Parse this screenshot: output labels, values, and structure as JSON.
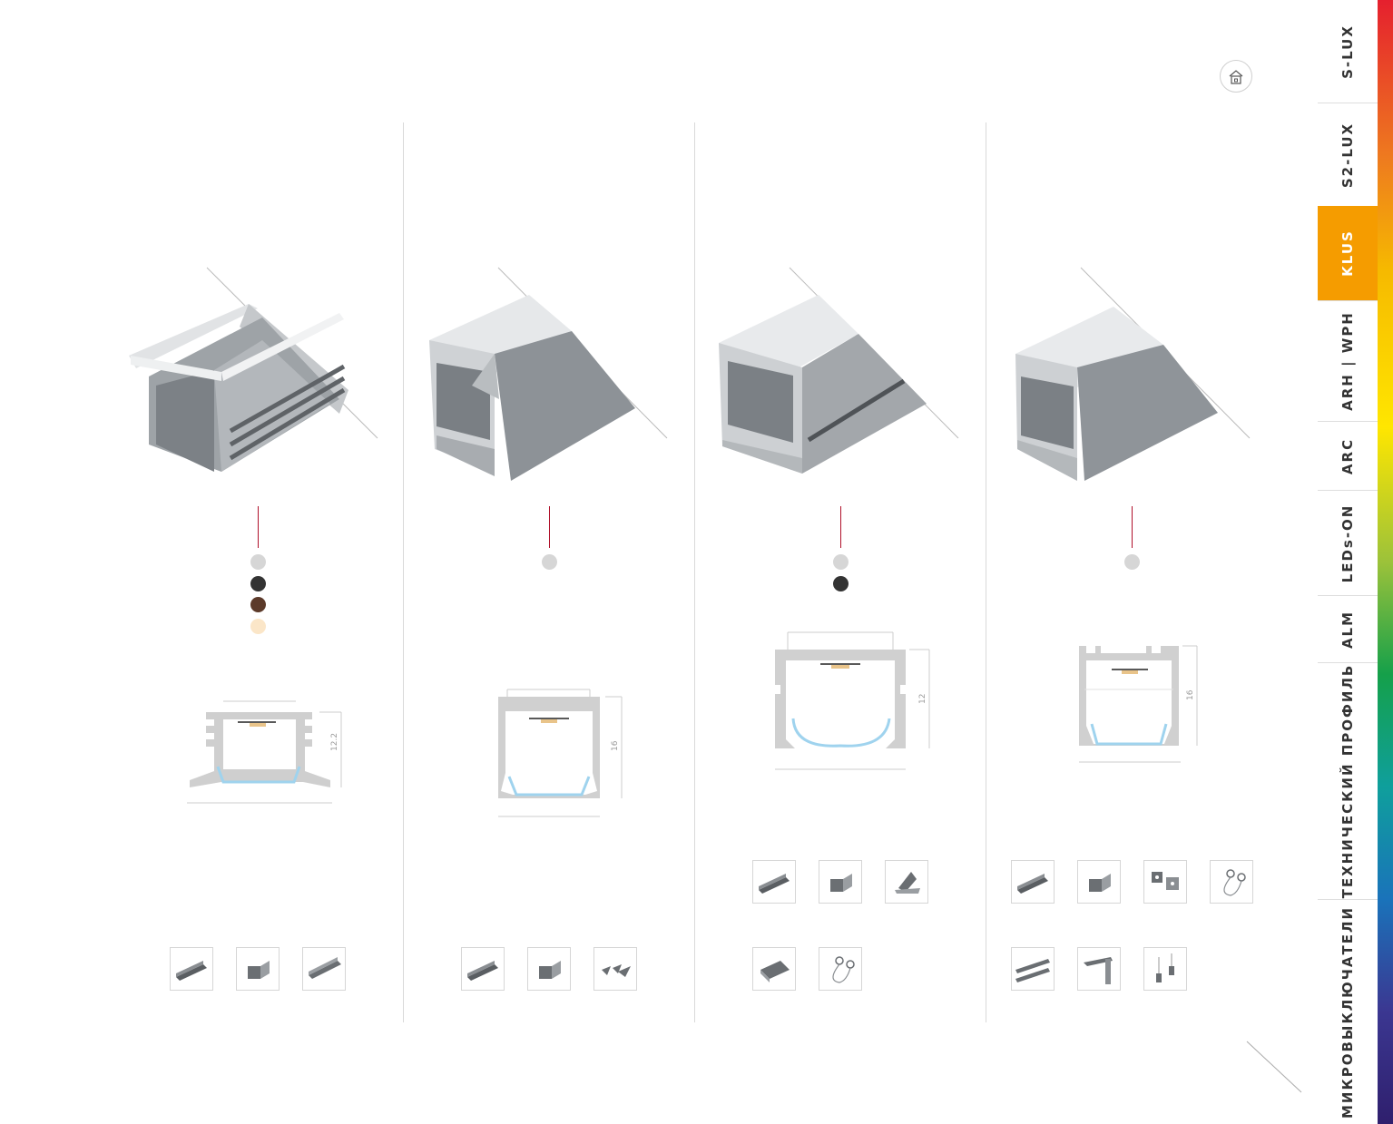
{
  "sidebar": {
    "tabs": [
      {
        "label": "S-LUX",
        "active": false
      },
      {
        "label": "S2-LUX",
        "active": false
      },
      {
        "label": "KLUS",
        "active": true
      },
      {
        "label": "ARH | WPH",
        "active": false
      },
      {
        "label": "ARC",
        "active": false
      },
      {
        "label": "LEDs-ON",
        "active": false
      },
      {
        "label": "ALM",
        "active": false
      },
      {
        "label": "ТЕХНИЧЕСКИЙ ПРОФИЛЬ",
        "active": false
      },
      {
        "label": "МИКРОВЫКЛЮЧАТЕЛИ",
        "active": false
      }
    ],
    "active_color": "#f59c00"
  },
  "home_icon": "home-icon",
  "products": [
    {
      "colors": [
        "#d6d6d6",
        "#333333",
        "#5c3a2a",
        "#fbe6c8"
      ],
      "dimension_label": "12.2",
      "accessories": [
        "end-cap-icon",
        "profile-piece-icon",
        "diffuser-icon"
      ]
    },
    {
      "colors": [
        "#d6d6d6"
      ],
      "dimension_label": "16",
      "accessories": [
        "end-cap-icon",
        "profile-piece-icon",
        "connector-icon"
      ]
    },
    {
      "colors": [
        "#d6d6d6",
        "#333333"
      ],
      "dimension_label": "12",
      "accessories": [
        "end-cap-icon",
        "profile-piece-icon",
        "angle-bracket-icon",
        "clip-icon",
        "spring-clip-icon"
      ]
    },
    {
      "colors": [
        "#d6d6d6"
      ],
      "dimension_label": "16",
      "accessories": [
        "end-cap-icon",
        "profile-piece-icon",
        "mounting-plate-icon",
        "spring-clip-icon",
        "straight-connector-icon",
        "corner-connector-icon",
        "suspension-icon"
      ]
    }
  ]
}
